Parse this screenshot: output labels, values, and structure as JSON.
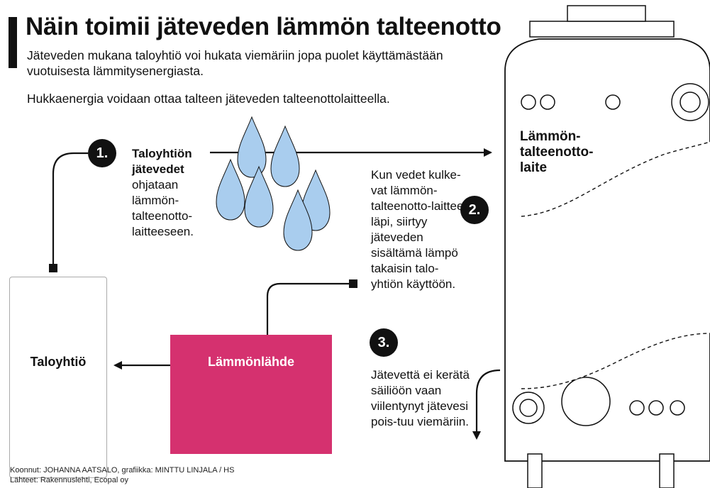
{
  "title": "Näin toimii jäteveden lämmön talteenotto",
  "intro": [
    "Jäteveden mukana taloyhtiö voi hukata viemäriin jopa puolet käyttämästään vuotuisesta lämmitysenergiasta.",
    "Hukkaenergia voidaan ottaa talteen jäteveden talteenottolaitteella."
  ],
  "step1": {
    "number": "1.",
    "bold": "Taloyhtiön jätevedet",
    "text": "ohjataan lämmön-talteenotto-laitteeseen."
  },
  "step2": {
    "number": "2.",
    "text": "Kun vedet kulke-vat lämmön-talteenotto-laitteen läpi, siirtyy jäteveden sisältämä lämpö takaisin talo-yhtiön käyttöön."
  },
  "step3": {
    "number": "3.",
    "text": "Jätevettä ei kerätä säiliöön vaan viilentynyt jätevesi pois-tuu viemäriin."
  },
  "labels": {
    "building": "Taloyhtiö",
    "heat_source": "Lämmönlähde",
    "tank": "Lämmön-talteenotto-laite"
  },
  "credits": {
    "line1": "Koonnut: JOHANNA AATSALO, grafiikka: MINTTU LINJALA / HS",
    "line2": "Lähteet: Rakennuslehti, Ecopal oy"
  },
  "colors": {
    "heat_source": "#d5316f",
    "water_drop": "#a9cdee",
    "coil_top": "#d0347a",
    "coil_bottom": "#4aa3e0"
  }
}
